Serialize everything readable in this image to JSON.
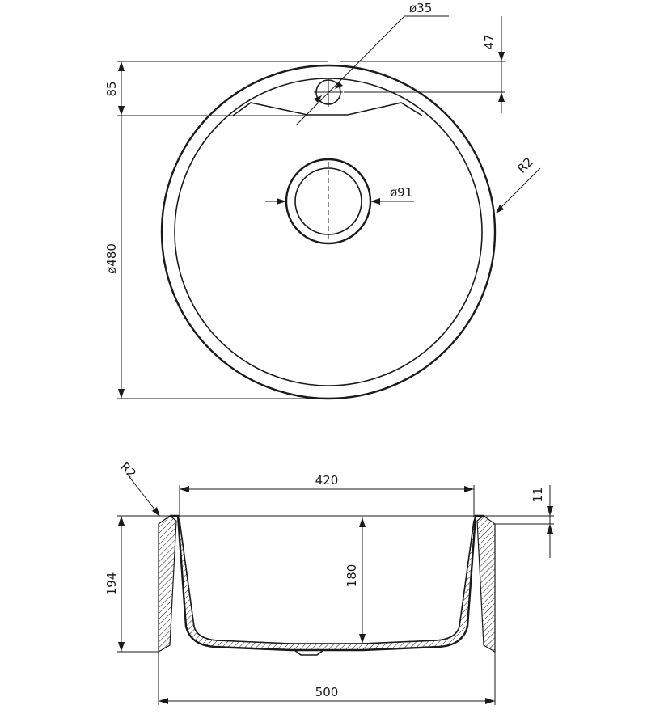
{
  "top_view": {
    "tap_hole_dim": "ø35",
    "tap_offset_dim": "47",
    "deck_dim": "85",
    "outer_diameter_dim": "ø480",
    "drain_dim": "ø91",
    "edge_radius_dim": "R2"
  },
  "section_view": {
    "edge_radius_dim": "R2",
    "inner_width_dim": "420",
    "rim_thickness_dim": "11",
    "total_height_dim": "194",
    "bowl_depth_dim": "180",
    "outer_width_dim": "500"
  },
  "colors": {
    "line": "#1a1a1a",
    "background": "#ffffff"
  }
}
